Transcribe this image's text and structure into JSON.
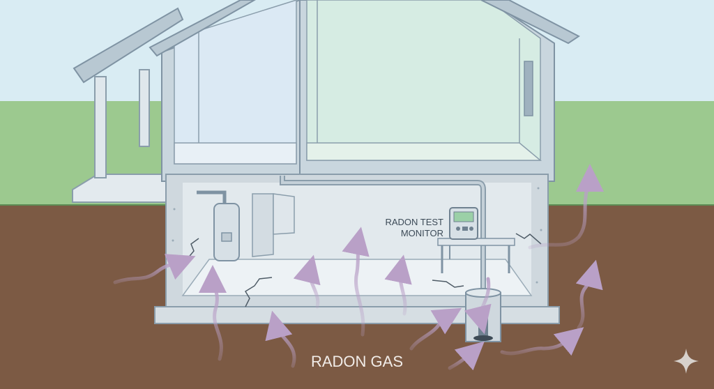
{
  "labels": {
    "monitor_line1": "RADON TEST",
    "monitor_line2": "MONITOR",
    "gas": "RADON GAS"
  },
  "colors": {
    "sky": "#d9ecf3",
    "grass": "#9cc98f",
    "soil": "#7c5a44",
    "house_frame": "#c9d6de",
    "house_outline": "#7f93a3",
    "interior_left": "#dbe9f4",
    "interior_right": "#d6ece3",
    "basement_wall": "#e2e9ed",
    "radon_arrow": "#b9a0c7",
    "text_light": "#f1ece8",
    "text_dark": "#3c4a57"
  },
  "icons": [
    "sparkle-icon"
  ]
}
